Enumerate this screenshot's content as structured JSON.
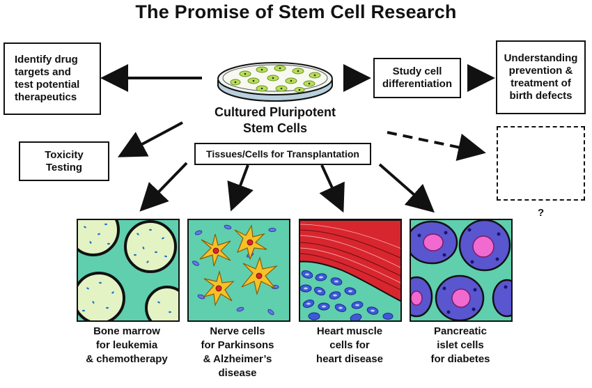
{
  "title": "The Promise of Stem Cell Research",
  "center": {
    "label": "Cultured Pluripotent\nStem Cells",
    "icon": "petri-dish-icon"
  },
  "boxes": {
    "drug_targets": "Identify drug\ntargets and\ntest potential\ntherapeutics",
    "toxicity": "Toxicity\nTesting",
    "transplantation": "Tissues/Cells for Transplantation",
    "differentiation": "Study cell\ndifferentiation",
    "birth_defects": "Understanding\nprevention &\ntreatment of\nbirth defects"
  },
  "unknown": "?",
  "panels": [
    {
      "caption": "Bone marrow\nfor leukemia\n& chemotherapy",
      "icon": "bone-marrow-cells-icon"
    },
    {
      "caption": "Nerve cells\nfor Parkinsons\n& Alzheimer’s\ndisease",
      "icon": "nerve-cells-icon"
    },
    {
      "caption": "Heart muscle\ncells for\nheart disease",
      "icon": "heart-muscle-cells-icon"
    },
    {
      "caption": "Pancreatic\nislet cells\nfor diabetes",
      "icon": "pancreatic-islet-cells-icon"
    }
  ],
  "colors": {
    "panel_bg": "#5fcfae",
    "marrow_cell": "#e4f3c4",
    "neuron": "#f6c02a",
    "muscle": "#d8262f",
    "islet_outer": "#5a56cf",
    "islet_nucleus": "#f06ad0"
  }
}
